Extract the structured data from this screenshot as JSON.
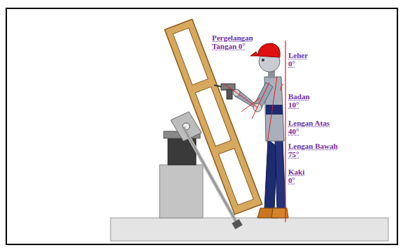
{
  "diagram": {
    "labels": [
      "Pergelangan Tangan 0°",
      "Leher 0°",
      "Badan 10°",
      "Lengan Atas 40°",
      "Lengan Bawah 75°",
      "Kaki 0°"
    ]
  }
}
